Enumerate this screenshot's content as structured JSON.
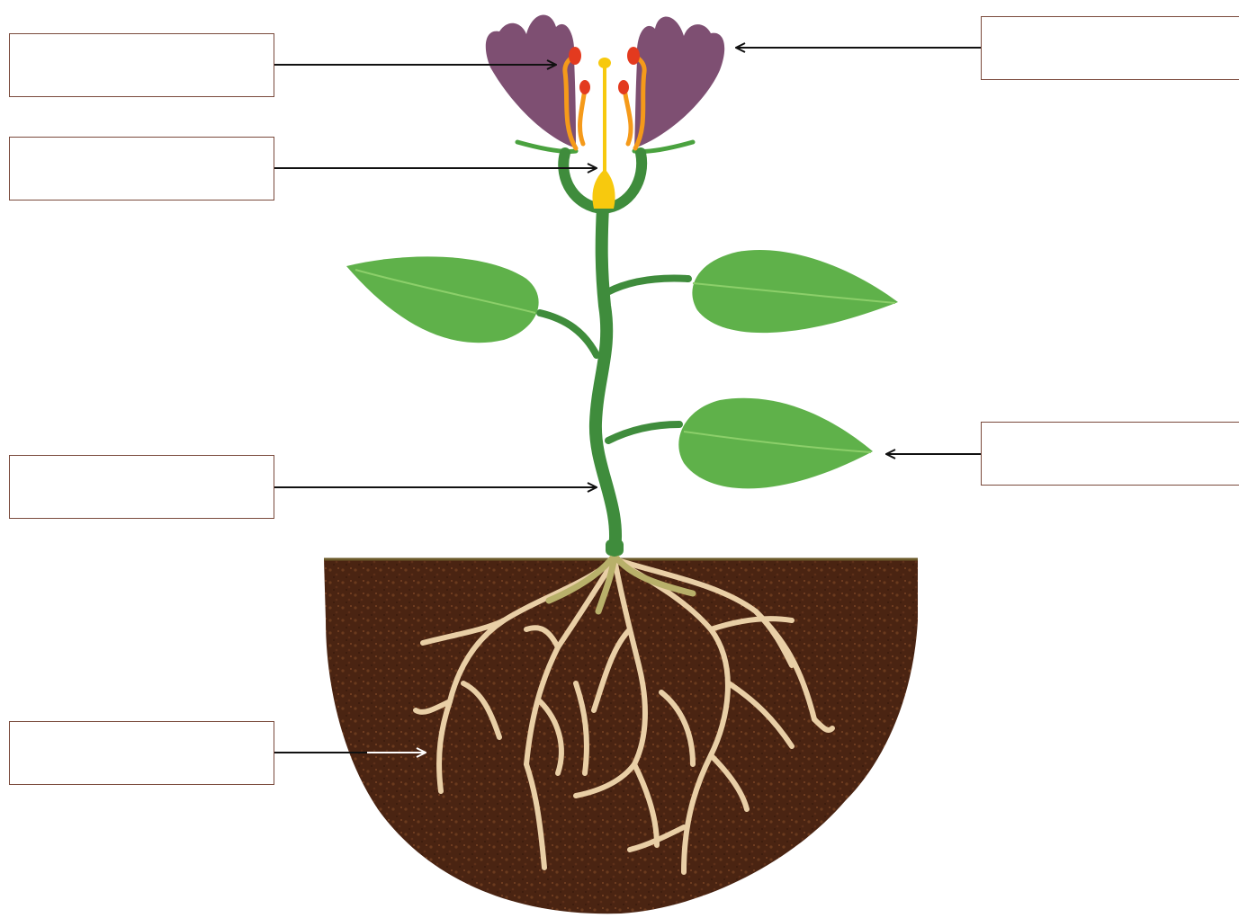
{
  "diagram": {
    "labels": [
      {
        "id": "flower-petal",
        "text": ""
      },
      {
        "id": "flower-pistil",
        "text": ""
      },
      {
        "id": "stem",
        "text": ""
      },
      {
        "id": "root",
        "text": ""
      },
      {
        "id": "petal-right",
        "text": ""
      },
      {
        "id": "leaf",
        "text": ""
      }
    ],
    "colors": {
      "petal": "#7e4f72",
      "stamen_filament": "#f59a1a",
      "anther": "#e33a1f",
      "pistil": "#f7c90e",
      "stem": "#3f8c3c",
      "leaf": "#5fb14a",
      "leaf_vein": "#8ccf6a",
      "soil": "#4a2412",
      "soil_speck": "#6b3a1e",
      "root": "#e9cfa6",
      "root_top": "#b8b06a",
      "box_border": "#7a4a3c",
      "arrow": "#111111"
    }
  }
}
